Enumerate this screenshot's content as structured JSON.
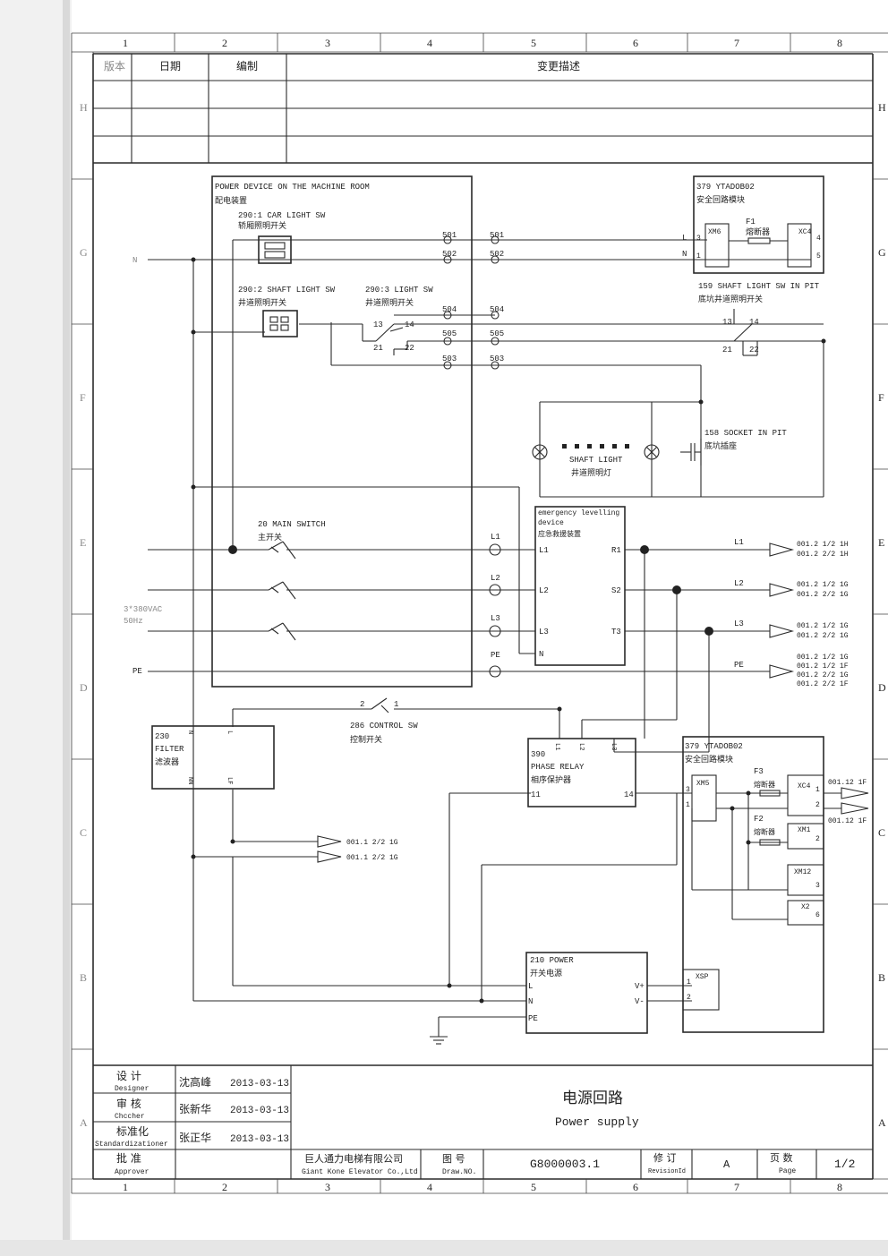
{
  "frame": {
    "columns": [
      "1",
      "2",
      "3",
      "4",
      "5",
      "6",
      "7",
      "8"
    ],
    "rows": [
      "H",
      "G",
      "F",
      "E",
      "D",
      "C",
      "B",
      "A"
    ]
  },
  "revision_table": {
    "headers": [
      "版本",
      "日期",
      "编制",
      "变更描述"
    ]
  },
  "components": {
    "machine_room_box": {
      "title_en": "POWER DEVICE ON THE MACHINE ROOM",
      "title_cn": "配电装置"
    },
    "car_light_sw": {
      "label_en": "290:1 CAR LIGHT SW",
      "label_cn": "轿厢照明开关"
    },
    "shaft_light_sw": {
      "label_en": "290:2 SHAFT LIGHT SW",
      "label_cn": "井道照明开关"
    },
    "light_sw3": {
      "label_en": "290:3 LIGHT SW",
      "label_cn": "井道照明开关",
      "pins": [
        "13",
        "14",
        "21",
        "22"
      ]
    },
    "safety_module_top": {
      "label_en": "379 YTADOB02",
      "label_cn": "安全回路模块",
      "conn_left": "XM6",
      "conn_right": "XC4",
      "fuse": "F1",
      "fuse_cn": "熔断器",
      "pins_left": [
        "3",
        "1"
      ],
      "pins_right": [
        "4",
        "5"
      ],
      "wires": [
        "L",
        "N"
      ]
    },
    "pit_light_sw": {
      "label_en": "159 SHAFT LIGHT SW IN PIT",
      "label_cn": "底坑井道照明开关",
      "pins": [
        "13",
        "14",
        "21",
        "22"
      ]
    },
    "socket_pit": {
      "label_en": "158 SOCKET IN PIT",
      "label_cn": "底坑插座"
    },
    "shaft_light": {
      "label_en": "SHAFT LIGHT",
      "label_cn": "井道照明灯"
    },
    "main_switch": {
      "label_en": "20 MAIN SWITCH",
      "label_cn": "主开关"
    },
    "elevelling": {
      "label_en1": "emergency levelling",
      "label_en2": "device",
      "label_cn": "应急救援装置",
      "in_pins": [
        "L1",
        "L2",
        "L3",
        "N"
      ],
      "out_pins": [
        "R1",
        "S2",
        "T3"
      ]
    },
    "supply": {
      "n_label": "N",
      "voltage": "3*380VAC",
      "freq": "50Hz",
      "pe_label": "PE"
    },
    "filter": {
      "label_num": "230",
      "label_en": "FILTER",
      "label_cn": "滤波器",
      "pins": [
        "N",
        "L",
        "NN",
        "LF"
      ]
    },
    "control_sw": {
      "label_en": "286 CONTROL SW",
      "label_cn": "控制开关",
      "pins": [
        "2",
        "1"
      ]
    },
    "phase_relay": {
      "label_num": "390",
      "label_en": "PHASE RELAY",
      "label_cn": "相序保护器",
      "pins": [
        "L1",
        "L2",
        "L3",
        "11",
        "14"
      ]
    },
    "safety_module_bottom": {
      "label_en": "379 YTADOB02",
      "label_cn": "安全回路模块",
      "conns": [
        "XM5",
        "XC4",
        "XM1",
        "XM12",
        "X2",
        "XSP"
      ],
      "fuses": [
        "F3",
        "F2"
      ],
      "fuse_cn": "熔断器",
      "pins": [
        "3",
        "1",
        "1",
        "2",
        "2",
        "3",
        "6",
        "1",
        "2"
      ]
    },
    "switch_power": {
      "label_num": "210 POWER",
      "label_cn": "开关电源",
      "pins": [
        "L",
        "N",
        "PE",
        "V+",
        "V-"
      ]
    }
  },
  "terminals": {
    "upper": [
      "501",
      "502",
      "504",
      "505",
      "503"
    ],
    "lower": [
      "L1",
      "L2",
      "L3",
      "PE"
    ]
  },
  "wire_labels": [
    "L1",
    "L2",
    "L3",
    "PE"
  ],
  "refs": {
    "l1": [
      "001.2 1/2 1H",
      "001.2 2/2 1H"
    ],
    "l2": [
      "001.2 1/2 1G",
      "001.2 2/2 1G"
    ],
    "l3": [
      "001.2 1/2 1G",
      "001.2 2/2 1G"
    ],
    "pe": [
      "001.2 1/2 1G",
      "001.2 1/2 1F",
      "001.2 2/2 1G",
      "001.2 2/2 1F"
    ],
    "filter_out": [
      "001.1 2/2 1G",
      "001.1 2/2 1G"
    ],
    "safety_out": [
      "001.12 1F",
      "001.12 1F"
    ]
  },
  "title_block": {
    "roles": [
      {
        "cn": "设 计",
        "en": "Designer",
        "name": "沈高峰",
        "date": "2013-03-13"
      },
      {
        "cn": "审 核",
        "en": "Chccher",
        "name": "张新华",
        "date": "2013-03-13"
      },
      {
        "cn": "标准化",
        "en": "Standardizationer",
        "name": "张正华",
        "date": "2013-03-13"
      },
      {
        "cn": "批 准",
        "en": "Approver",
        "name": "",
        "date": ""
      }
    ],
    "title_cn": "电源回路",
    "title_en": "Power supply",
    "company_cn": "巨人通力电梯有限公司",
    "company_en": "Giant Kone Elevator Co.,Ltd",
    "drawno_cn": "图 号",
    "drawno_en": "Draw.NO.",
    "drawno": "G8000003.1",
    "rev_cn": "修 订",
    "rev_en": "RevisionId",
    "rev": "A",
    "page_cn": "页 数",
    "page_en": "Page",
    "page": "1/2"
  }
}
